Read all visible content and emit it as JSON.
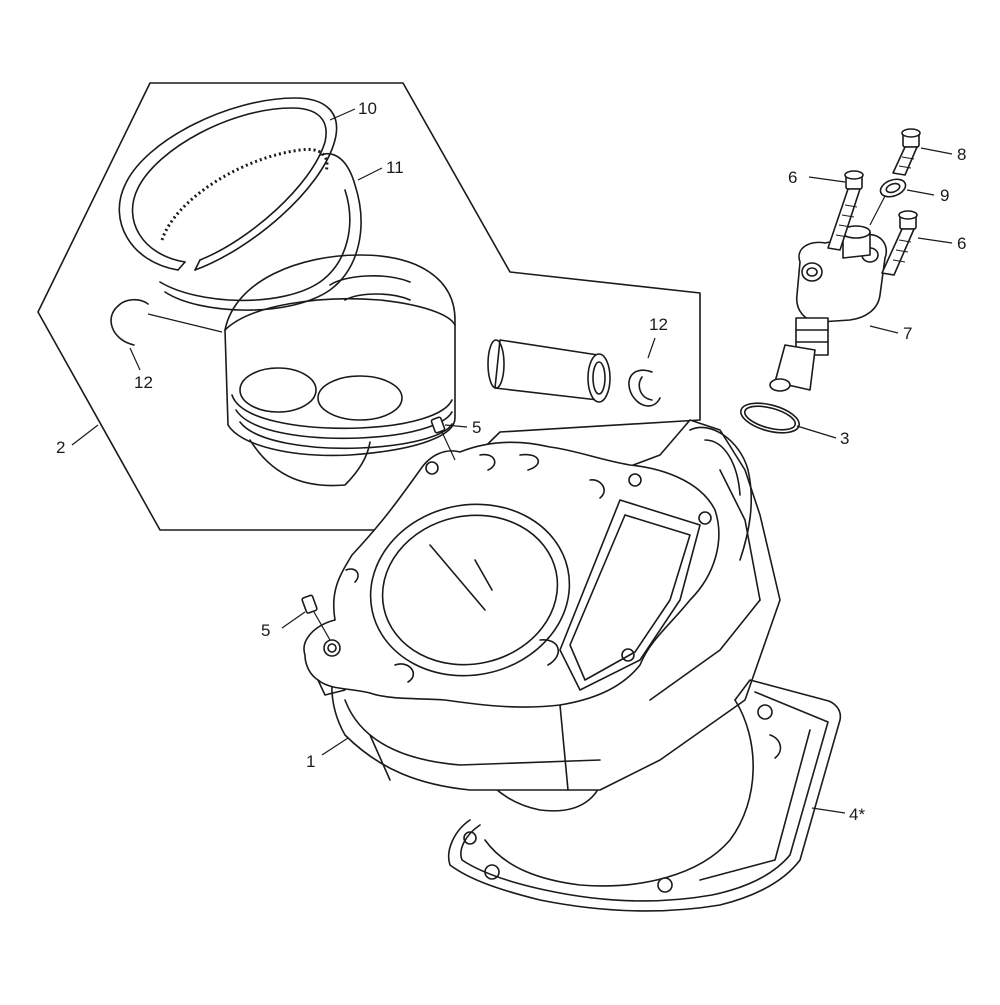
{
  "callouts": [
    {
      "id": "c1",
      "label": "1"
    },
    {
      "id": "c2",
      "label": "2"
    },
    {
      "id": "c3",
      "label": "3"
    },
    {
      "id": "c4",
      "label": "4*"
    },
    {
      "id": "c5a",
      "label": "5"
    },
    {
      "id": "c5b",
      "label": "5"
    },
    {
      "id": "c6a",
      "label": "6"
    },
    {
      "id": "c6b",
      "label": "6"
    },
    {
      "id": "c7",
      "label": "7"
    },
    {
      "id": "c8",
      "label": "8"
    },
    {
      "id": "c9",
      "label": "9"
    },
    {
      "id": "c10",
      "label": "10"
    },
    {
      "id": "c11",
      "label": "11"
    },
    {
      "id": "c12a",
      "label": "12"
    },
    {
      "id": "c12b",
      "label": "12"
    }
  ]
}
